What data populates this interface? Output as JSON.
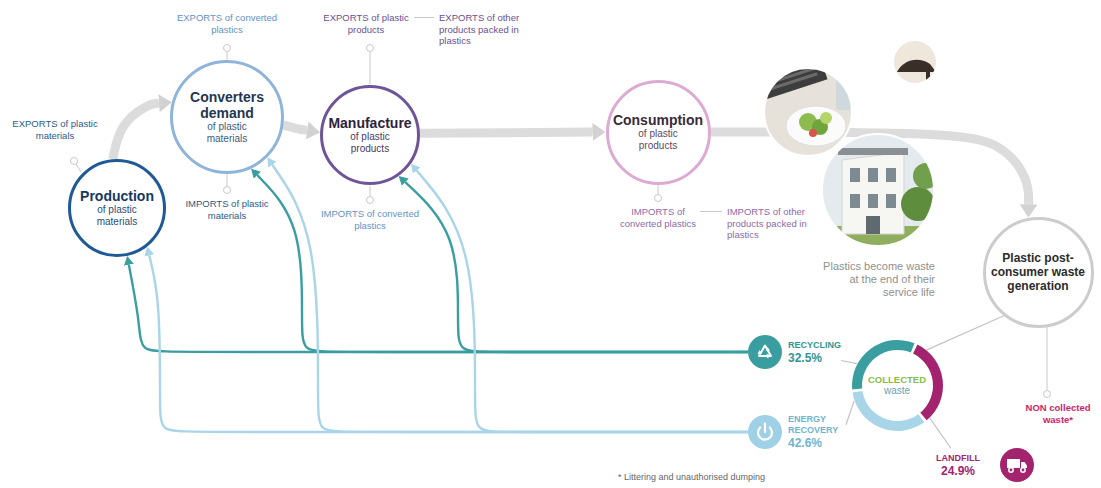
{
  "diagram": {
    "nodes": [
      {
        "text": [
          "Production",
          "of plastic materials"
        ]
      },
      {
        "text": [
          "Converters demand",
          "of plastic materials"
        ]
      },
      {
        "text": [
          "Manufacture",
          "of plastic products"
        ]
      },
      {
        "text": [
          "Consumption",
          "of plastic products"
        ]
      },
      {
        "text": [
          "Plastic post-consumer waste generation"
        ]
      },
      {
        "text": [
          "COLLECTED",
          "waste"
        ]
      },
      {
        "text": [
          "RECYCLING",
          "32.5%"
        ]
      },
      {
        "text": [
          "ENERGY RECOVERY",
          "42.6%"
        ]
      },
      {
        "text": [
          "LANDFILL",
          "24.9%"
        ]
      }
    ],
    "edges": [
      {
        "from": 0,
        "to": 1,
        "arrow": "to"
      },
      {
        "from": 1,
        "to": 2,
        "arrow": "to"
      },
      {
        "from": 2,
        "to": 3,
        "arrow": "to"
      },
      {
        "from": 3,
        "to": 4,
        "arrow": "to"
      },
      {
        "from": 4,
        "to": 5,
        "arrow": "none"
      },
      {
        "from": 5,
        "to": 6,
        "arrow": "none"
      },
      {
        "from": 5,
        "to": 7,
        "arrow": "none"
      },
      {
        "from": 5,
        "to": 8,
        "arrow": "none"
      },
      {
        "from": 6,
        "to": 0,
        "arrow": "to"
      },
      {
        "from": 6,
        "to": 1,
        "arrow": "to"
      },
      {
        "from": 6,
        "to": 2,
        "arrow": "to"
      },
      {
        "from": 7,
        "to": 0,
        "arrow": "to"
      },
      {
        "from": 7,
        "to": 1,
        "arrow": "to"
      },
      {
        "from": 7,
        "to": 2,
        "arrow": "to"
      }
    ],
    "labels": [
      "EXPORTS of plastic materials",
      "EXPORTS of converted plastics",
      "IMPORTS of plastic materials",
      "EXPORTS of plastic products",
      "EXPORTS of other products packed in plastics",
      "IMPORTS of converted plastics",
      "IMPORTS of converted plastics",
      "IMPORTS of other products packed in plastics",
      "Plastics become waste at the end of their service life",
      "NON collected waste*",
      "* Littering and unauthorised dumping"
    ]
  }
}
